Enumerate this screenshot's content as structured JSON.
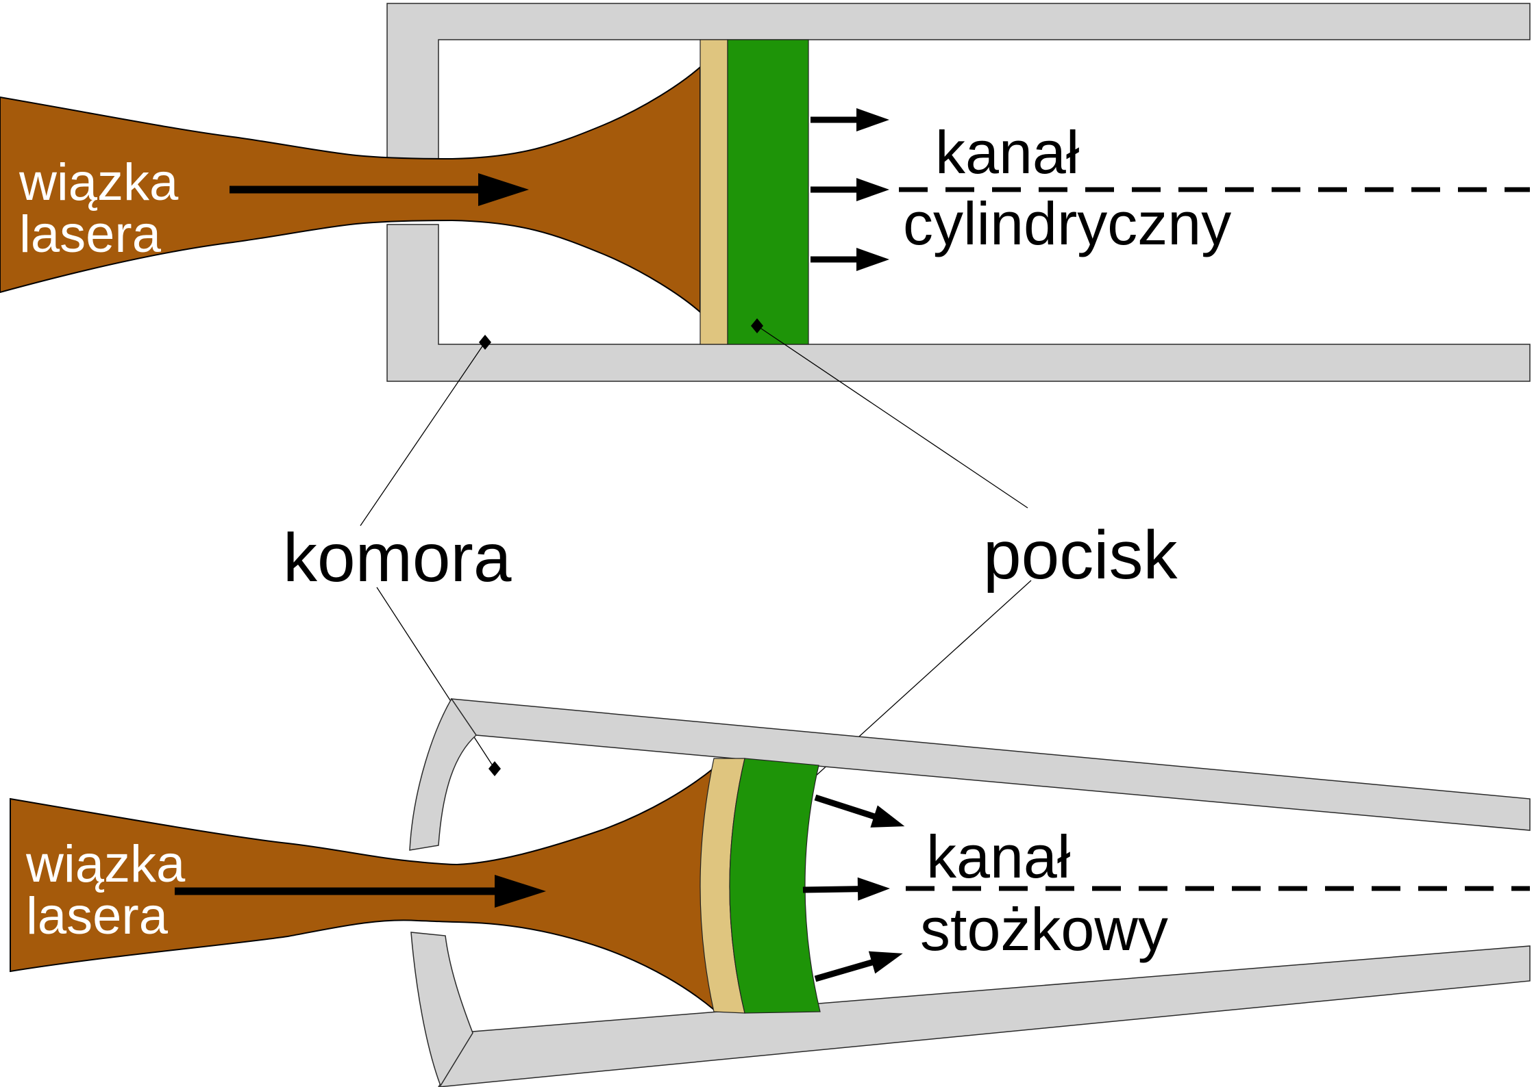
{
  "labels": {
    "beam_top_line1": "wiązka",
    "beam_top_line2": "lasera",
    "channel_top_line1": "kanał",
    "channel_top_line2": "cylindryczny",
    "chamber": "komora",
    "projectile": "pocisk",
    "beam_bottom_line1": "wiązka",
    "beam_bottom_line2": "lasera",
    "channel_bottom_line1": "kanał",
    "channel_bottom_line2": "stożkowy"
  },
  "colors": {
    "beam": "#A55A0B",
    "buffer_layer": "#DFC57F",
    "projectile": "#1E9408",
    "wall": "#D3D3D3",
    "background": "#FFFFFF",
    "line": "#000000",
    "label_dark": "#000000",
    "label_light": "#FFFFFF"
  }
}
